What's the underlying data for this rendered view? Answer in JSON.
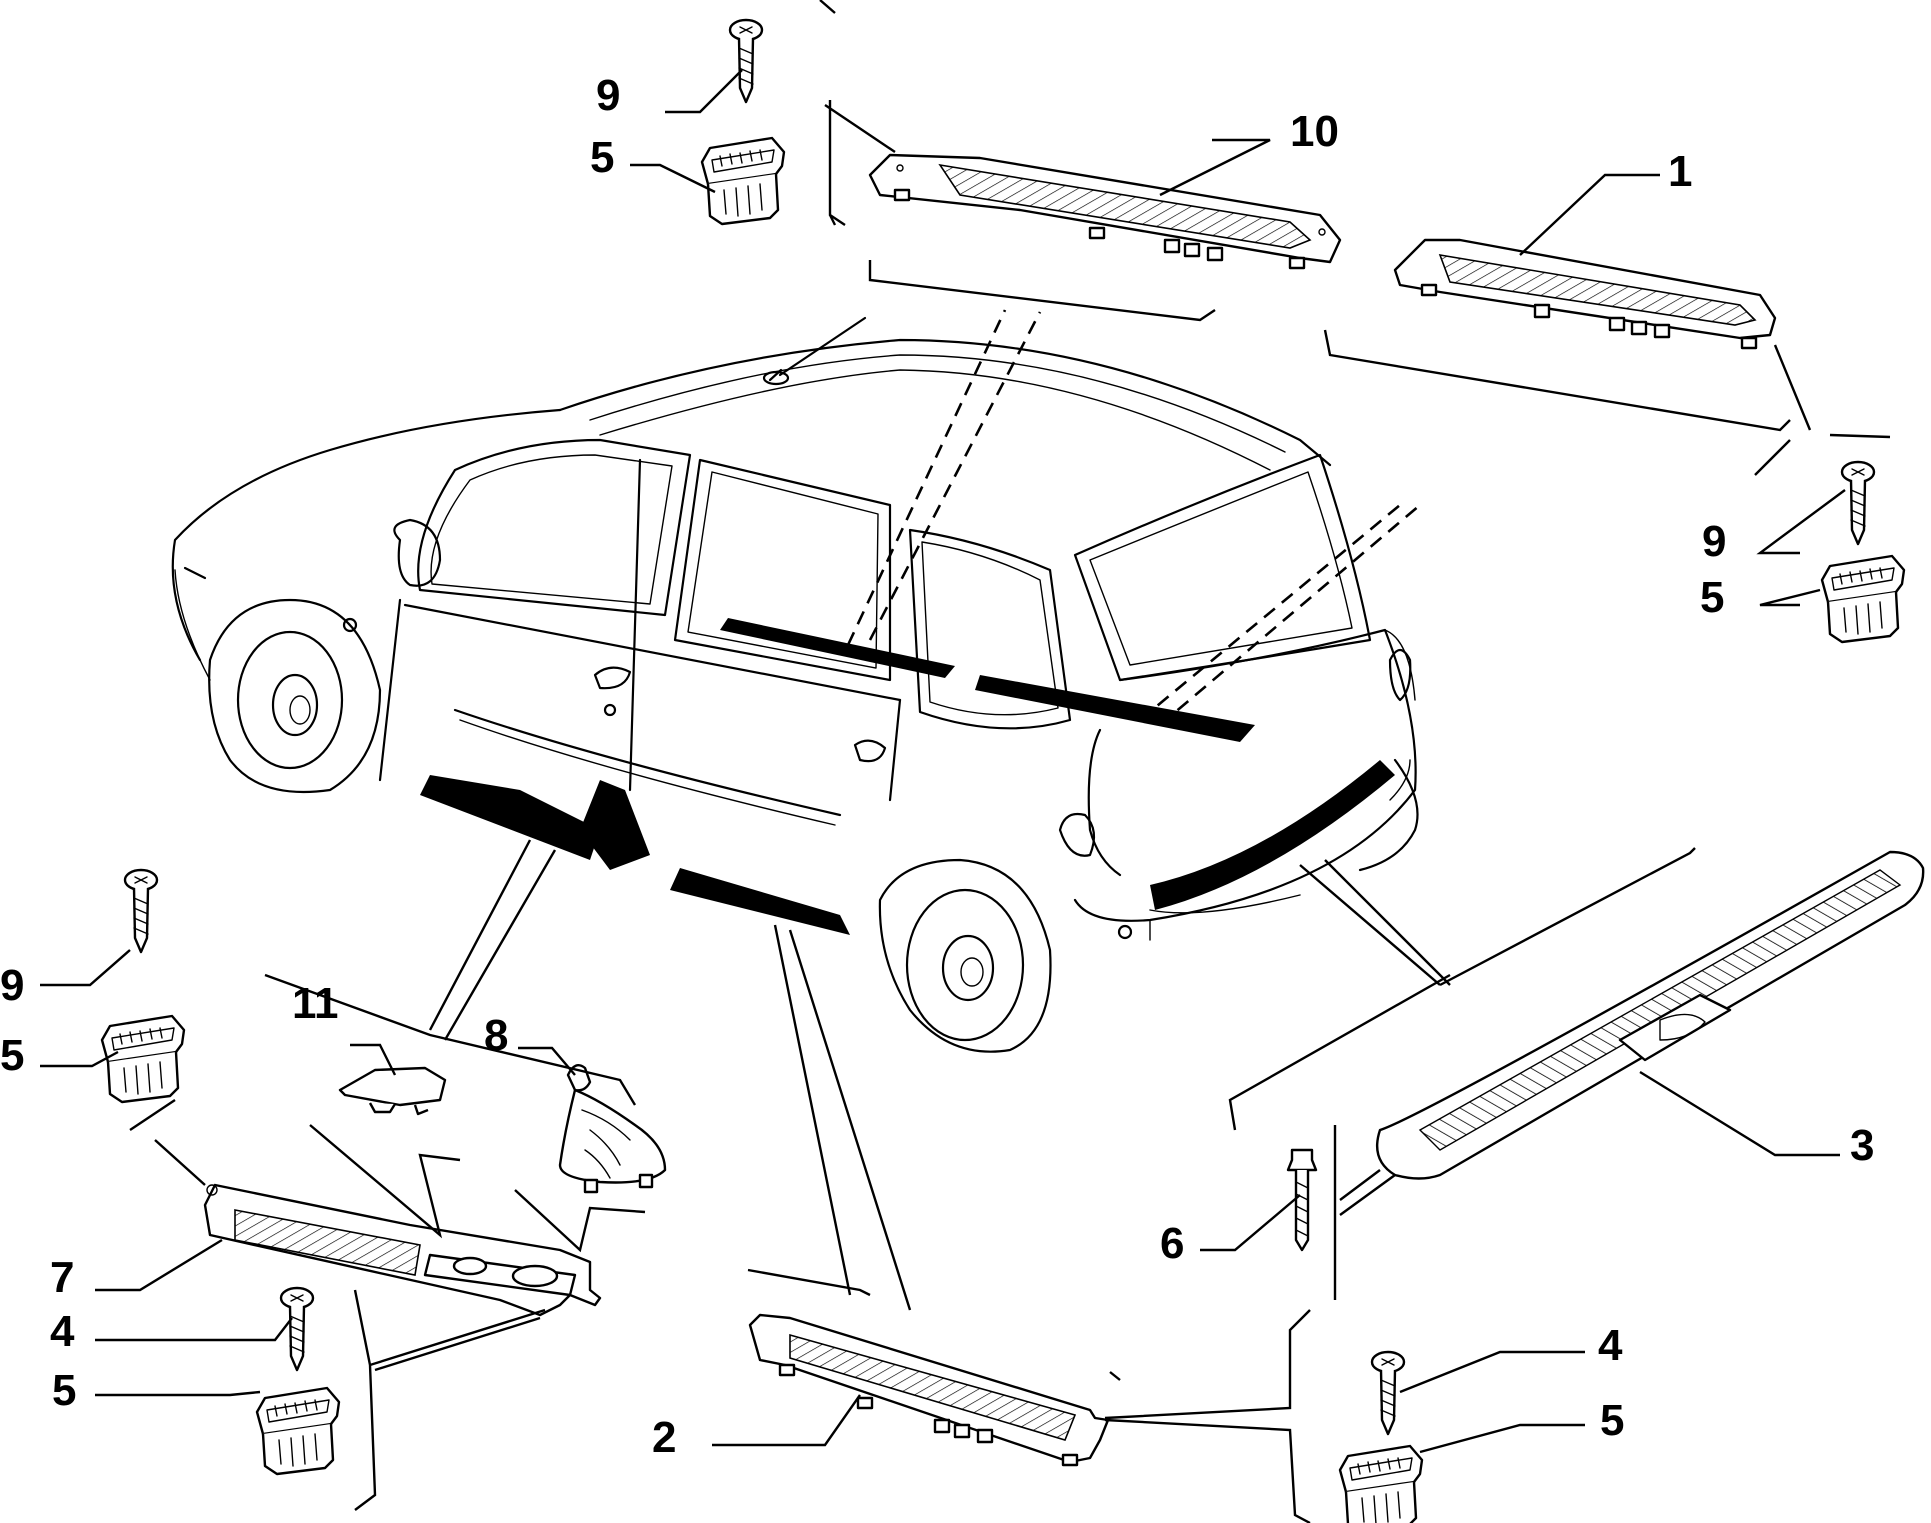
{
  "callouts": [
    {
      "id": "c-10",
      "label": "10"
    },
    {
      "id": "c-1",
      "label": "1"
    },
    {
      "id": "c-9a",
      "label": "9"
    },
    {
      "id": "c-5a",
      "label": "5"
    },
    {
      "id": "c-9b",
      "label": "9"
    },
    {
      "id": "c-5b",
      "label": "5"
    },
    {
      "id": "c-9c",
      "label": "9"
    },
    {
      "id": "c-5c",
      "label": "5"
    },
    {
      "id": "c-11",
      "label": "11"
    },
    {
      "id": "c-8",
      "label": "8"
    },
    {
      "id": "c-7",
      "label": "7"
    },
    {
      "id": "c-4a",
      "label": "4"
    },
    {
      "id": "c-5d",
      "label": "5"
    },
    {
      "id": "c-3",
      "label": "3"
    },
    {
      "id": "c-6",
      "label": "6"
    },
    {
      "id": "c-2",
      "label": "2"
    },
    {
      "id": "c-4b",
      "label": "4"
    },
    {
      "id": "c-5e",
      "label": "5"
    }
  ]
}
